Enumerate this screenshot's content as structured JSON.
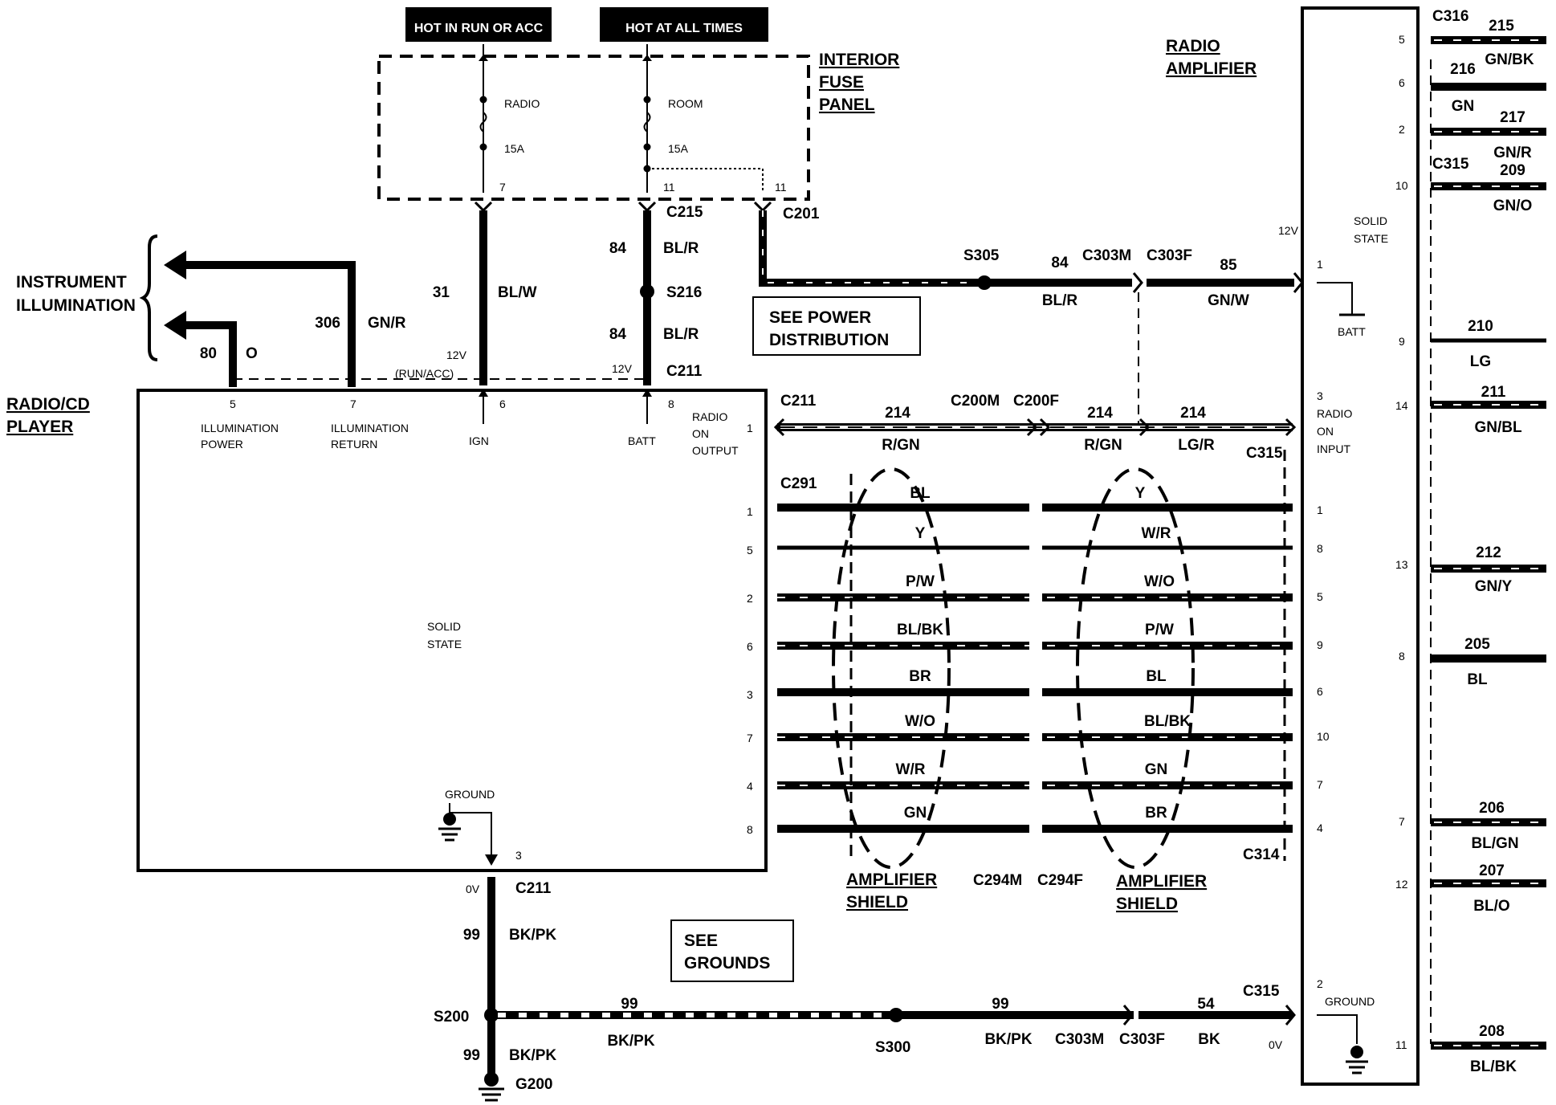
{
  "banners": {
    "run_acc": "HOT IN RUN OR ACC",
    "all_times": "HOT AT ALL TIMES"
  },
  "fuse_panel": {
    "title": [
      "INTERIOR",
      "FUSE",
      "PANEL"
    ],
    "radio_fuse": {
      "name": "RADIO",
      "rating": "15A",
      "pin": "7"
    },
    "room_fuse": {
      "name": "ROOM",
      "rating": "15A",
      "pin_a": "11",
      "pin_b": "11"
    }
  },
  "instrument_illumination": [
    "INSTRUMENT",
    "ILLUMINATION"
  ],
  "radio_cd": {
    "title": [
      "RADIO/CD",
      "PLAYER"
    ],
    "solid_state": [
      "SOLID",
      "STATE"
    ],
    "ground": "GROUND",
    "pins": {
      "p5": {
        "num": "5",
        "label": [
          "ILLUMINATION",
          "POWER"
        ]
      },
      "p7": {
        "num": "7",
        "label": [
          "ILLUMINATION",
          "RETURN"
        ]
      },
      "p6": {
        "num": "6",
        "label": [
          "IGN"
        ]
      },
      "p8": {
        "num": "8",
        "label": [
          "BATT"
        ]
      },
      "p1": {
        "num": "1",
        "label": [
          "RADIO",
          "ON",
          "OUTPUT"
        ]
      },
      "p3": {
        "num": "3"
      }
    },
    "speaker_pins": [
      "1",
      "5",
      "2",
      "6",
      "3",
      "7",
      "4",
      "8"
    ]
  },
  "amplifier": {
    "title": [
      "RADIO",
      "AMPLIFIER"
    ],
    "solid_state": [
      "SOLID",
      "STATE"
    ],
    "batt": "BATT",
    "ground": "GROUND",
    "radio_on_input": [
      "RADIO",
      "ON",
      "INPUT"
    ],
    "pin1": "1",
    "pin3": "3",
    "pin2": "2",
    "speaker_pins": [
      "1",
      "8",
      "5",
      "9",
      "6",
      "10",
      "7",
      "4"
    ],
    "v12": "12V",
    "v0": "0V"
  },
  "wires": {
    "w80": {
      "circuit": "80",
      "color": "O"
    },
    "w306": {
      "circuit": "306",
      "color": "GN/R"
    },
    "w31": {
      "circuit": "31",
      "color": "BL/W"
    },
    "w84a": {
      "circuit": "84",
      "color": "BL/R"
    },
    "w84b": {
      "circuit": "84",
      "color": "BL/R"
    },
    "w84c": {
      "circuit": "84",
      "color": "BL/R"
    },
    "w85": {
      "circuit": "85",
      "color": "GN/W"
    },
    "w214a": {
      "circuit": "214",
      "color": "R/GN"
    },
    "w214b": {
      "circuit": "214",
      "color": "R/GN"
    },
    "w214c": {
      "circuit": "214",
      "color": "LG/R"
    },
    "w99a": {
      "circuit": "99",
      "color": "BK/PK"
    },
    "w99b": {
      "circuit": "99",
      "color": "BK/PK"
    },
    "w99c": {
      "circuit": "99",
      "color": "BK/PK"
    },
    "w99d": {
      "circuit": "99",
      "color": "BK/PK"
    },
    "w54": {
      "circuit": "54",
      "color": "BK"
    }
  },
  "speaker_left_colors": [
    "BL",
    "Y",
    "P/W",
    "BL/BK",
    "BR",
    "W/O",
    "W/R",
    "GN"
  ],
  "speaker_right_colors": [
    "Y",
    "W/R",
    "W/O",
    "P/W",
    "BL",
    "BL/BK",
    "GN",
    "BR"
  ],
  "voltages": {
    "run_acc": "12V",
    "run_acc_sub": "(RUN/ACC)",
    "batt": "12V",
    "ground": "0V"
  },
  "connectors": {
    "c215": "C215",
    "c201": "C201",
    "s216": "S216",
    "c211a": "C211",
    "s305": "S305",
    "c303m": "C303M",
    "c303f": "C303F",
    "c211b": "C211",
    "c200m": "C200M",
    "c200f": "C200F",
    "c315a": "C315",
    "c291": "C291",
    "c294m": "C294M",
    "c294f": "C294F",
    "c314": "C314",
    "c211c": "C211",
    "s200": "S200",
    "g200": "G200",
    "s300": "S300",
    "c303m2": "C303M",
    "c303f2": "C303F",
    "c315b": "C315",
    "c316": "C316",
    "c315c": "C315"
  },
  "shields": {
    "left": [
      "AMPLIFIER",
      "SHIELD"
    ],
    "right": [
      "AMPLIFIER",
      "SHIELD"
    ]
  },
  "notes": {
    "power": [
      "SEE POWER",
      "DISTRIBUTION"
    ],
    "grounds": [
      "SEE",
      "GROUNDS"
    ]
  },
  "amp_outputs": [
    {
      "pin": "5",
      "circuit": "215",
      "color": "GN/BK"
    },
    {
      "pin": "6",
      "circuit": "216",
      "color": "GN"
    },
    {
      "pin": "2",
      "circuit": "217",
      "color": "GN/R"
    },
    {
      "pin": "10",
      "circuit": "209",
      "color": "GN/O"
    },
    {
      "pin": "9",
      "circuit": "210",
      "color": "LG"
    },
    {
      "pin": "14",
      "circuit": "211",
      "color": "GN/BL"
    },
    {
      "pin": "13",
      "circuit": "212",
      "color": "GN/Y"
    },
    {
      "pin": "8",
      "circuit": "205",
      "color": "BL"
    },
    {
      "pin": "7",
      "circuit": "206",
      "color": "BL/GN"
    },
    {
      "pin": "12",
      "circuit": "207",
      "color": "BL/O"
    },
    {
      "pin": "11",
      "circuit": "208",
      "color": "BL/BK"
    }
  ]
}
